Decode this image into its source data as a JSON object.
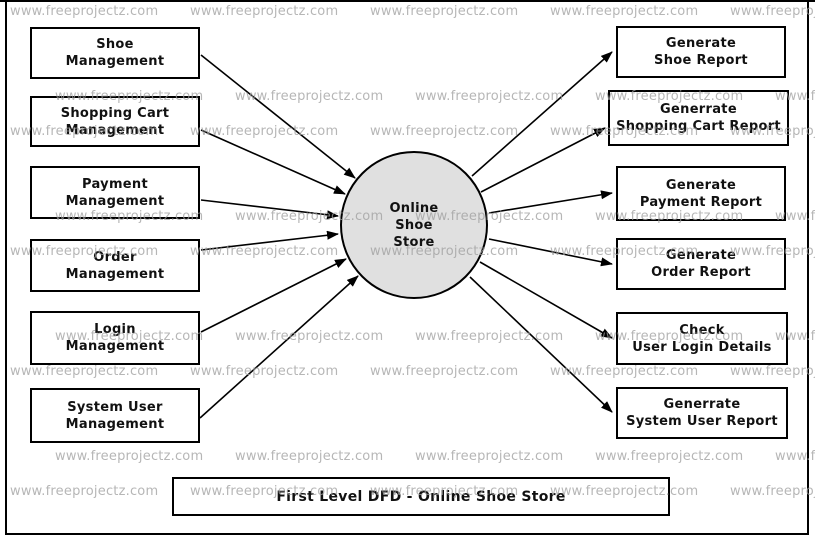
{
  "diagram": {
    "title": "First Level DFD - Online Shoe Store",
    "center_node": {
      "line1": "Online",
      "line2": "Shoe",
      "line3": "Store"
    },
    "left_nodes": [
      {
        "line1": "Shoe",
        "line2": "Management"
      },
      {
        "line1": "Shopping Cart",
        "line2": "Management"
      },
      {
        "line1": "Payment",
        "line2": "Management"
      },
      {
        "line1": "Order",
        "line2": "Management"
      },
      {
        "line1": "Login",
        "line2": "Management"
      },
      {
        "line1": "System User",
        "line2": "Management"
      }
    ],
    "right_nodes": [
      {
        "line1": "Generate",
        "line2": "Shoe Report"
      },
      {
        "line1": "Generrate",
        "line2": "Shopping Cart Report"
      },
      {
        "line1": "Generate",
        "line2": "Payment Report"
      },
      {
        "line1": "Generate",
        "line2": "Order Report"
      },
      {
        "line1": "Check",
        "line2": "User Login Details"
      },
      {
        "line1": "Generrate",
        "line2": "System User Report"
      }
    ]
  },
  "watermark": {
    "text": "www.freeprojectz.com",
    "color": "#9e9e9e"
  },
  "colors": {
    "process_fill": "#e0e0e0",
    "line": "#000000",
    "box_fill": "#ffffff",
    "border": "#000000"
  }
}
